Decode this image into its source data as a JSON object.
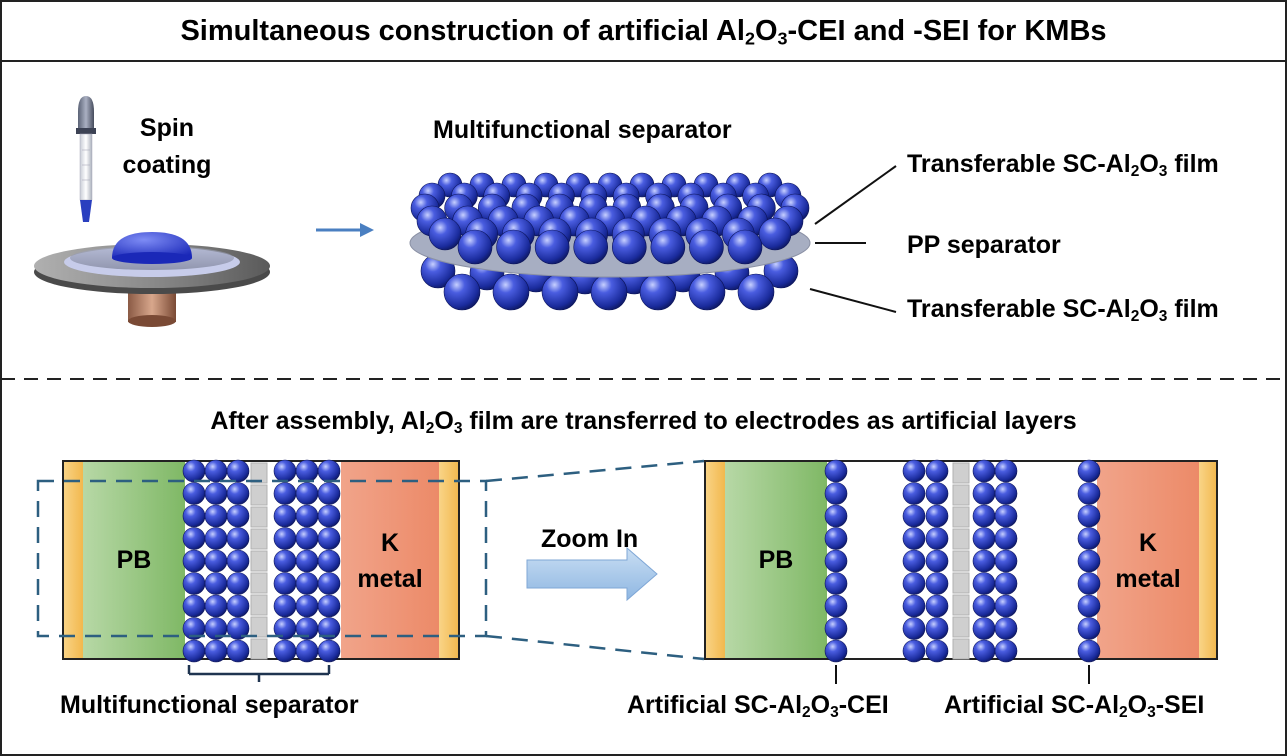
{
  "header": {
    "title_a": "Simultaneous construction of artificial Al",
    "title_sub1": "2",
    "title_b": "O",
    "title_sub2": "3",
    "title_c": "-CEI and -SEI for KMBs"
  },
  "top": {
    "spin_line1": "Spin",
    "spin_line2": "coating",
    "separator_title": "Multifunctional separator",
    "film_top_a": "Transferable SC-Al",
    "film_top_sub1": "2",
    "film_top_b": "O",
    "film_top_sub2": "3",
    "film_top_c": " film",
    "pp_label": "PP separator",
    "film_bottom_a": "Transferable SC-Al",
    "film_bottom_sub1": "2",
    "film_bottom_b": "O",
    "film_bottom_sub2": "3",
    "film_bottom_c": " film"
  },
  "bottom": {
    "caption_a": "After assembly, Al",
    "caption_sub1": "2",
    "caption_b": "O",
    "caption_sub2": "3",
    "caption_c": " film are transferred to electrodes as artificial layers",
    "pb_label": "PB",
    "k_line1": "K",
    "k_line2": "metal",
    "zoom_label": "Zoom In",
    "sep_caption": "Multifunctional separator",
    "cei_a": "Artificial SC-Al",
    "cei_sub1": "2",
    "cei_b": "O",
    "cei_sub2": "3",
    "cei_c": "-CEI",
    "sei_a": "Artificial SC-Al",
    "sei_sub1": "2",
    "sei_b": "O",
    "sei_sub2": "3",
    "sei_c": "-SEI"
  },
  "colors": {
    "sphere_blue": "#2a3fbf",
    "pb_green": "#8fc276",
    "k_orange": "#f0997a",
    "current_collector": "#f5c56b",
    "arrow_blue": "#9dc1e6",
    "dashed_teal": "#2d5f80"
  }
}
